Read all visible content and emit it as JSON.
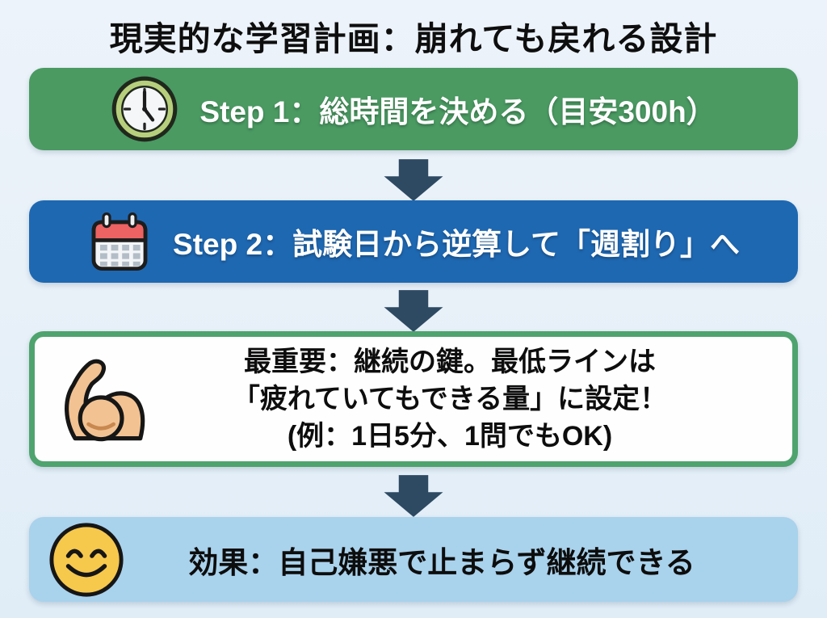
{
  "title": "現実的な学習計画：崩れても戻れる設計",
  "colors": {
    "background": "#e9f1f8",
    "step1_bg": "#4a9a62",
    "step2_bg": "#1e68b2",
    "key_point_border": "#4fa36e",
    "key_point_bg": "#fdfefd",
    "effect_bg": "#a9d2ec",
    "arrow": "#2e4a63",
    "step_text": "#ffffff",
    "body_text": "#0d0d0d",
    "clock_ring": "#b7cf7d",
    "calendar_header": "#ed6262",
    "muscle_skin": "#f2c292",
    "smiley_yellow": "#f6c84c"
  },
  "steps": [
    {
      "id": "step1",
      "icon": "clock-icon",
      "label": "Step 1：総時間を決める（目安300h）"
    },
    {
      "id": "step2",
      "icon": "calendar-icon",
      "label": "Step 2：試験日から逆算して「週割り」へ"
    },
    {
      "id": "key-point",
      "icon": "muscle-icon",
      "lines": [
        "最重要：継続の鍵。最低ラインは",
        "「疲れていてもできる量」に設定！",
        "(例：1日5分、1問でもOK)"
      ]
    },
    {
      "id": "effect",
      "icon": "smiley-icon",
      "label": "効果：自己嫌悪で止まらず継続できる"
    }
  ]
}
